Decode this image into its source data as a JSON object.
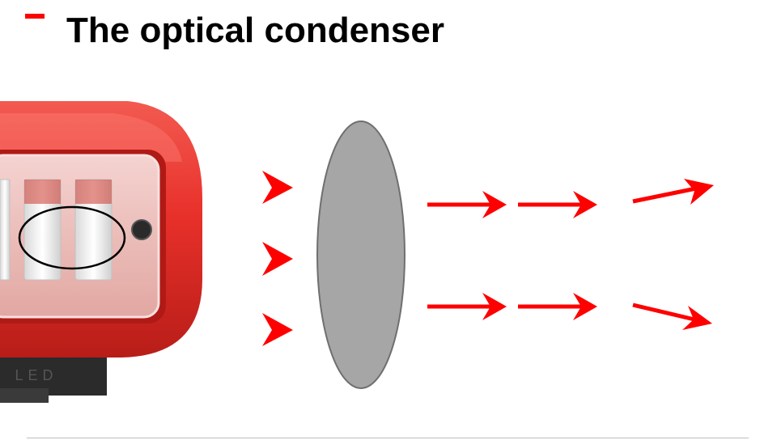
{
  "slide": {
    "title": "The optical condenser"
  },
  "colors": {
    "accent": "#ff0000",
    "arrow": "#ff0000",
    "lens_fill": "#a6a6a6",
    "lens_stroke": "#6f6f6f",
    "lamp_body": "#e8302a",
    "title_text": "#000000"
  },
  "diagram": {
    "lamp": {
      "label": "LED"
    },
    "incoming_arrow_count": 3,
    "lens": {
      "shape": "ellipse"
    },
    "outgoing_rays": [
      {
        "segments": 3,
        "direction": "diverging-up"
      },
      {
        "segments": 3,
        "direction": "diverging-down"
      }
    ]
  }
}
